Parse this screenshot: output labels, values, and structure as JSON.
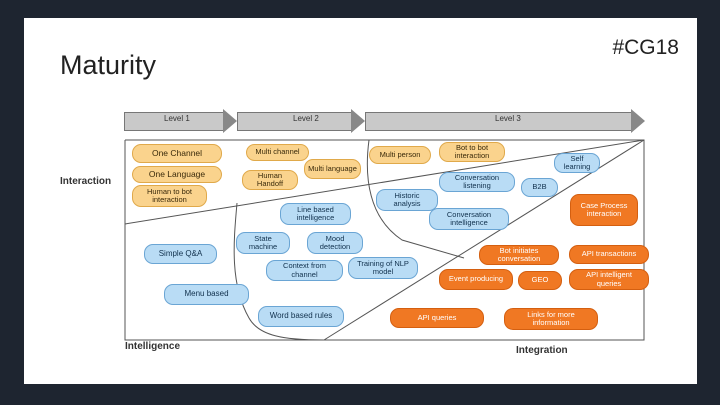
{
  "slide": {
    "title": "Maturity",
    "hashtag": "#CG18"
  },
  "levels": [
    "Level 1",
    "Level 2",
    "Level 3"
  ],
  "axes": {
    "interaction": "Interaction",
    "intelligence": "Intelligence",
    "integration": "Integration"
  },
  "pills": {
    "one_channel": "One Channel",
    "multi_channel": "Multi channel",
    "one_language": "One Language",
    "multi_language": "Multi language",
    "human_handoff": "Human Handoff",
    "human_to_bot": "Human to bot interaction",
    "multi_person": "Multi person",
    "bot_to_bot": "Bot to bot interaction",
    "self_learning": "Self learning",
    "conversation_listening": "Conversation listening",
    "b2b": "B2B",
    "historic_analysis": "Historic analysis",
    "line_based": "Line based intelligence",
    "conversation_intelligence": "Conversation intelligence",
    "case_process": "Case Process interaction",
    "state_machine": "State machine",
    "mood_detection": "Mood detection",
    "simple_qa": "Simple Q&A",
    "bot_initiates": "Bot initiates conversation",
    "api_transactions": "API transactions",
    "context_from_channel": "Context from channel",
    "training_nlp": "Training of NLP model",
    "event_producing": "Event producing",
    "geo": "GEO",
    "api_intelligent": "API intelligent queries",
    "menu_based": "Menu based",
    "word_based": "Word based rules",
    "api_queries": "API queries",
    "links_more": "Links for more information"
  },
  "colors": {
    "yellow": "#fad38d",
    "blue": "#b9dcf5",
    "orange": "#f07823",
    "background": "#1e2530"
  }
}
